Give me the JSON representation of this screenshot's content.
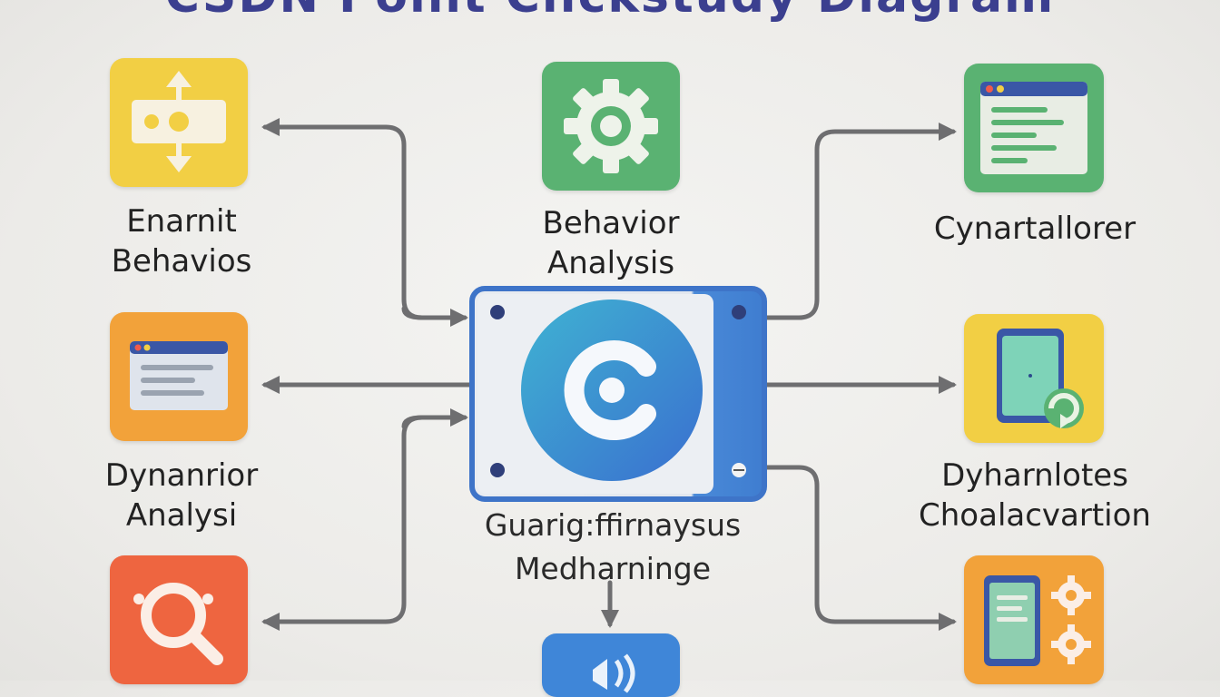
{
  "title": "CSDN Point Clickstudy Diagram",
  "colors": {
    "yellow": "#f2cf44",
    "green": "#5ab272",
    "orange": "#f2a23a",
    "red": "#ee6540",
    "blue": "#3f86d8",
    "arrow": "#6e6e70"
  },
  "nodes": {
    "top_left": {
      "icon": "move-arrows-icon",
      "line1": "Enarnit",
      "line2": "Behavios"
    },
    "top_center": {
      "icon": "gear-icon",
      "line1": "Behavior",
      "line2": "Analysis"
    },
    "top_right": {
      "icon": "code-window-icon",
      "line1": "Cynartallorer"
    },
    "mid_left": {
      "icon": "browser-window-icon",
      "line1": "Dynanrior",
      "line2": "Analysi"
    },
    "mid_right": {
      "icon": "tablet-refresh-icon",
      "line1": "Dyharnlotes",
      "line2": "Choalacvartion"
    },
    "bottom_left": {
      "icon": "magnifier-icon"
    },
    "bottom_right": {
      "icon": "tablet-gears-icon"
    },
    "bottom_center": {
      "icon": "sound-icon"
    },
    "center": {
      "icon": "c-logo-icon",
      "line1": "Guarig:ffirnaysus",
      "line2": "Medharninge"
    }
  }
}
